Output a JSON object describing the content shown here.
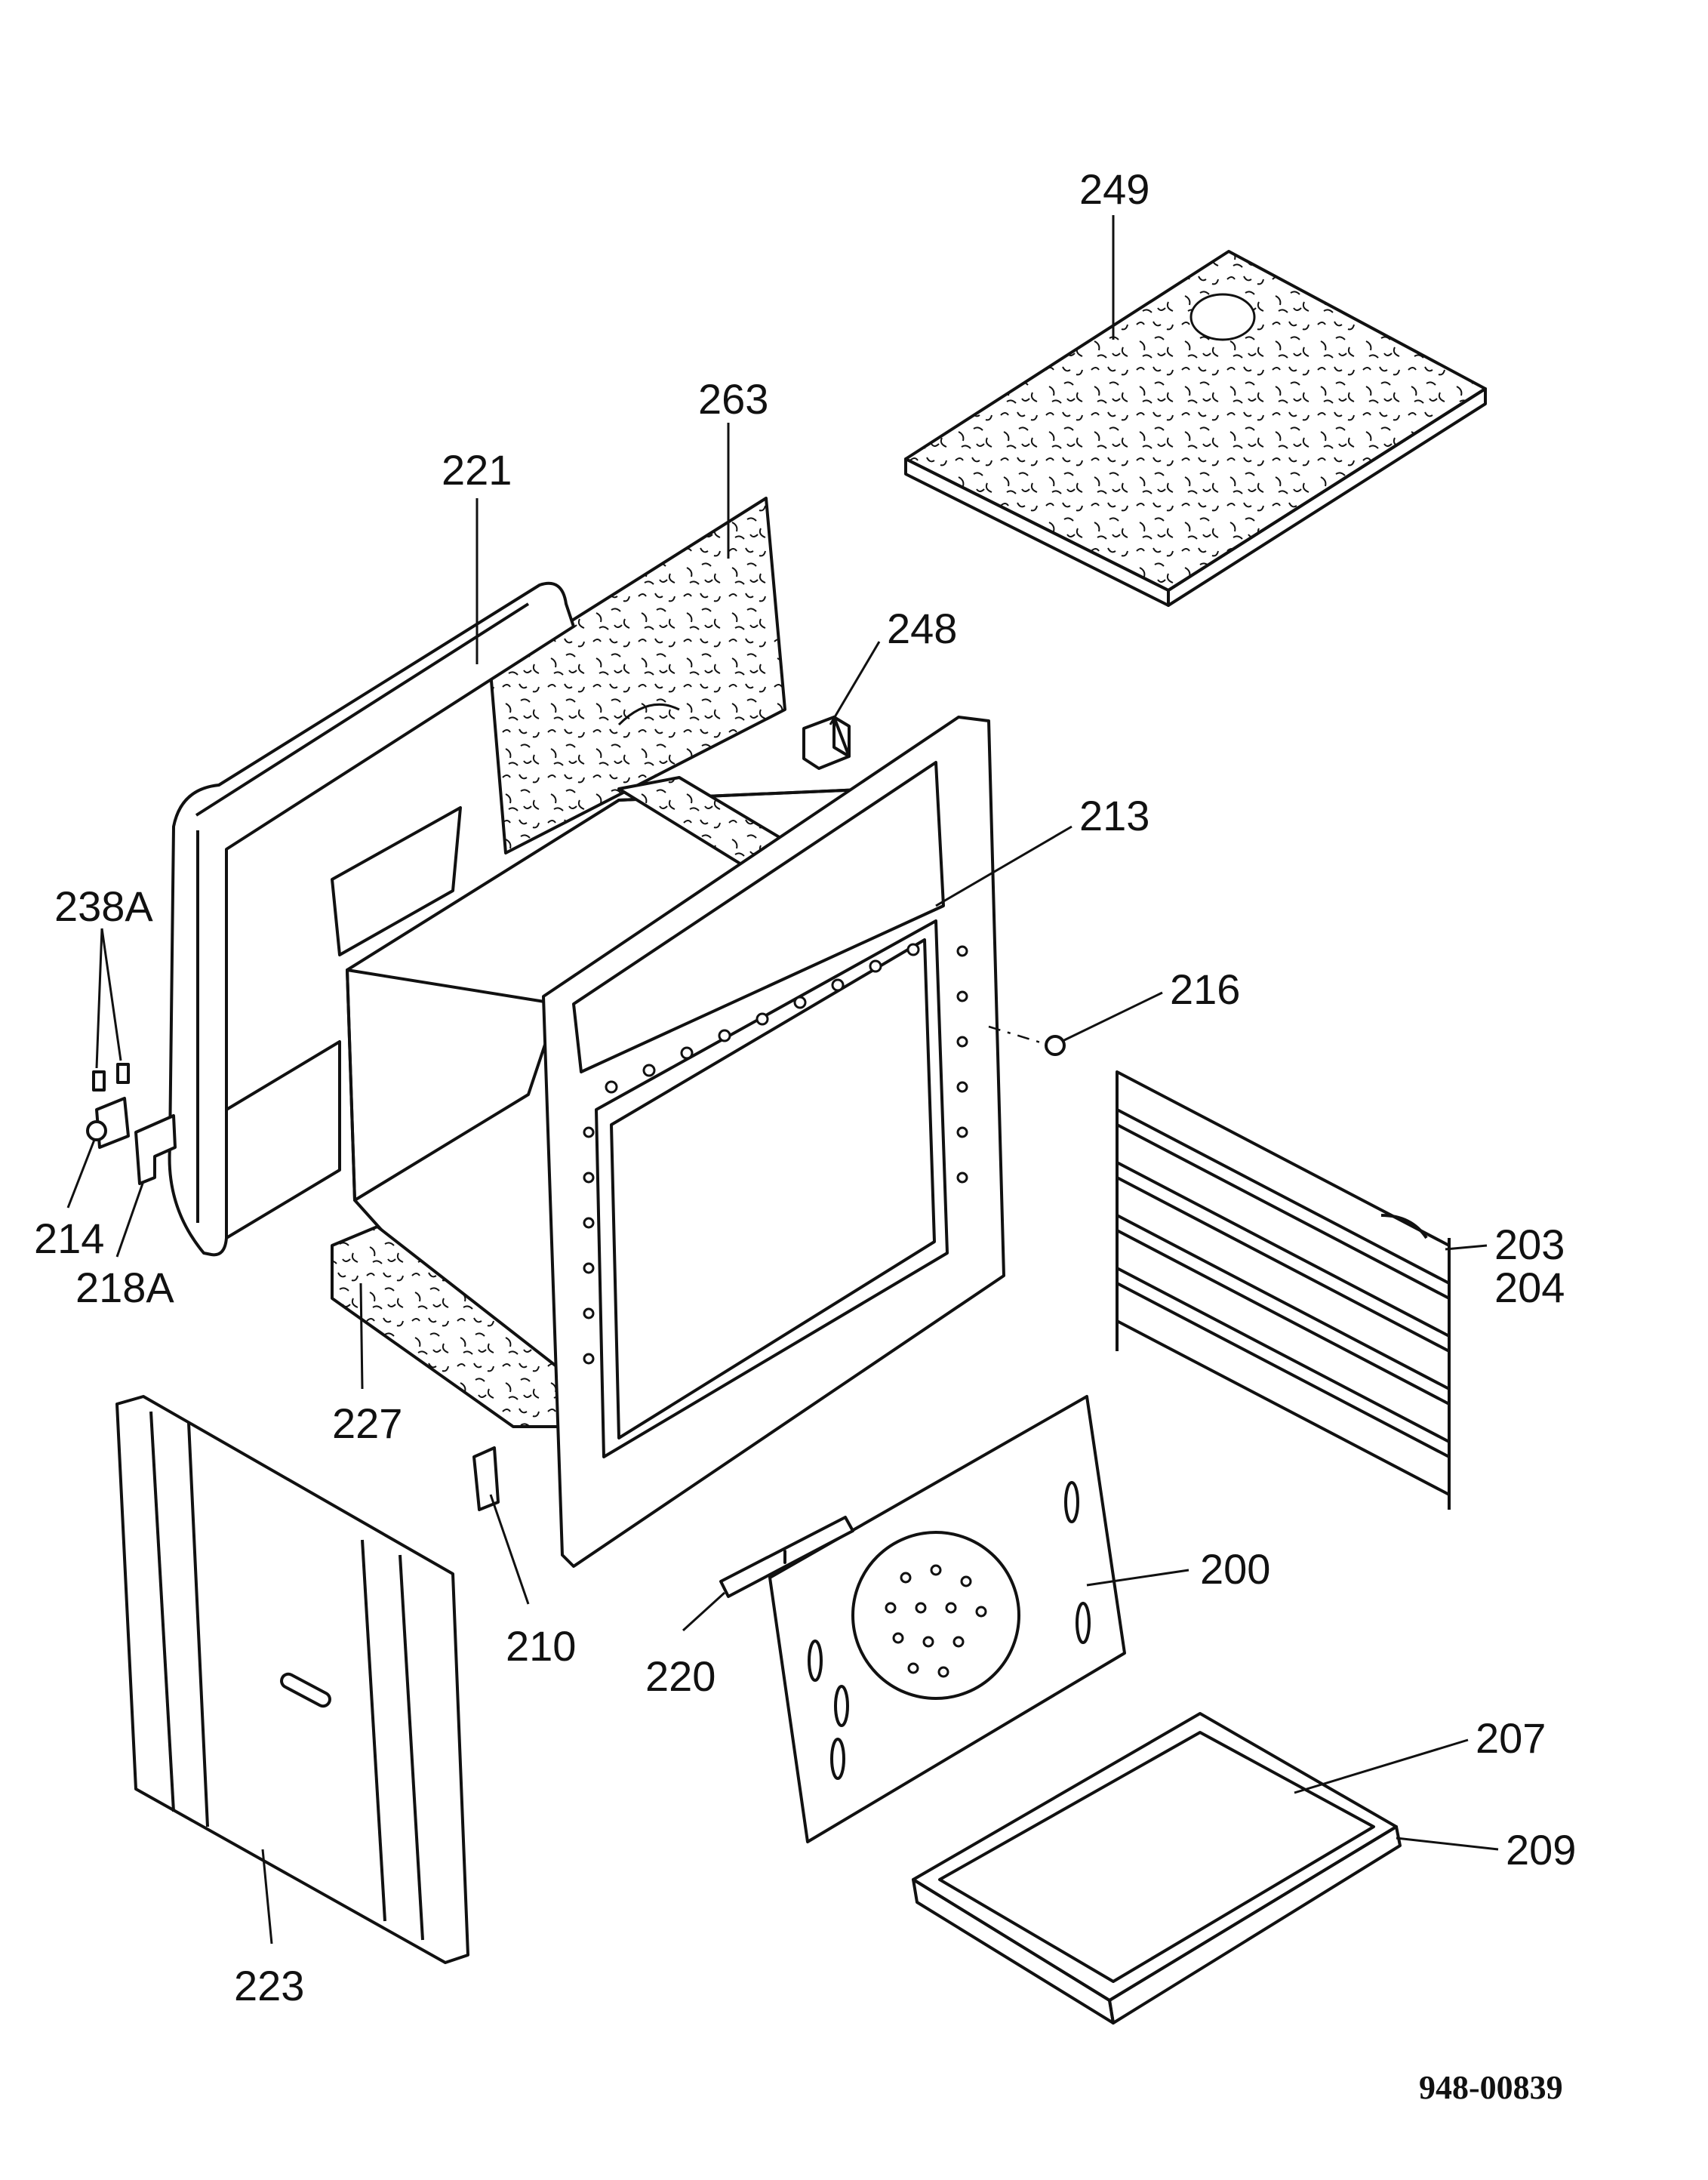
{
  "diagram": {
    "drawing_code": "948-00839",
    "callouts": [
      {
        "id": "249",
        "text": "249"
      },
      {
        "id": "263",
        "text": "263"
      },
      {
        "id": "221",
        "text": "221"
      },
      {
        "id": "248",
        "text": "248"
      },
      {
        "id": "213",
        "text": "213"
      },
      {
        "id": "238A",
        "text": "238A"
      },
      {
        "id": "216",
        "text": "216"
      },
      {
        "id": "214",
        "text": "214"
      },
      {
        "id": "218A",
        "text": "218A"
      },
      {
        "id": "203",
        "text": "203"
      },
      {
        "id": "204",
        "text": "204"
      },
      {
        "id": "227",
        "text": "227"
      },
      {
        "id": "200",
        "text": "200"
      },
      {
        "id": "210",
        "text": "210"
      },
      {
        "id": "220",
        "text": "220"
      },
      {
        "id": "207",
        "text": "207"
      },
      {
        "id": "209",
        "text": "209"
      },
      {
        "id": "223",
        "text": "223"
      }
    ]
  }
}
